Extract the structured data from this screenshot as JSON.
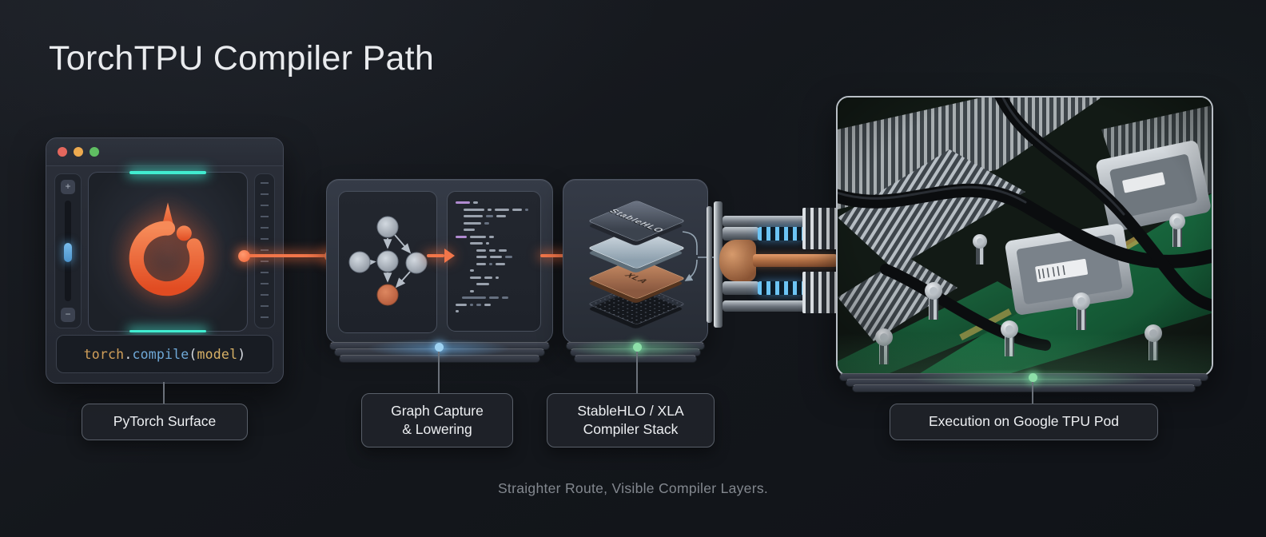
{
  "title": "TorchTPU Compiler Path",
  "caption": "Straighter Route, Visible Compiler Layers.",
  "pytorch_window": {
    "traffic_lights": [
      "close",
      "minimize",
      "zoom"
    ],
    "slider": {
      "plus": "+",
      "minus": "−"
    },
    "code": {
      "object": "torch",
      "dot": ".",
      "method": "compile",
      "paren_open": "(",
      "argument": "model",
      "paren_close": ")"
    }
  },
  "graph_panel": {
    "code_lines": [
      {
        "x": 0,
        "s": [
          [
            18,
            "p"
          ],
          [
            6,
            "w"
          ]
        ]
      },
      {
        "x": 10,
        "s": [
          [
            26,
            "w"
          ],
          [
            5,
            "w"
          ],
          [
            18,
            "w"
          ],
          [
            12,
            "w"
          ],
          [
            4,
            "d"
          ]
        ]
      },
      {
        "x": 10,
        "s": [
          [
            24,
            "w"
          ],
          [
            9,
            "d"
          ],
          [
            12,
            "w"
          ]
        ]
      },
      {
        "x": 10,
        "s": [
          [
            22,
            "w"
          ],
          [
            6,
            "d"
          ]
        ]
      },
      {
        "x": 10,
        "s": [
          [
            14,
            "w"
          ]
        ]
      },
      {
        "x": 0,
        "s": [
          [
            14,
            "p"
          ],
          [
            20,
            "w"
          ],
          [
            6,
            "w"
          ]
        ]
      },
      {
        "x": 18,
        "s": [
          [
            16,
            "w"
          ],
          [
            4,
            "w"
          ]
        ]
      },
      {
        "x": 26,
        "s": [
          [
            12,
            "w"
          ],
          [
            8,
            "w"
          ],
          [
            10,
            "w"
          ]
        ]
      },
      {
        "x": 26,
        "s": [
          [
            13,
            "w"
          ],
          [
            15,
            "w"
          ],
          [
            9,
            "d"
          ]
        ]
      },
      {
        "x": 26,
        "s": [
          [
            12,
            "w"
          ],
          [
            4,
            "d"
          ],
          [
            12,
            "w"
          ]
        ]
      },
      {
        "x": 18,
        "s": [
          [
            5,
            "w"
          ]
        ]
      },
      {
        "x": 18,
        "s": [
          [
            14,
            "w"
          ],
          [
            10,
            "w"
          ],
          [
            4,
            "w"
          ]
        ]
      },
      {
        "x": 26,
        "s": [
          [
            16,
            "w"
          ]
        ]
      },
      {
        "x": 18,
        "s": [
          [
            5,
            "w"
          ]
        ]
      },
      {
        "x": 8,
        "s": [
          [
            30,
            "d"
          ],
          [
            12,
            "d"
          ],
          [
            8,
            "d"
          ]
        ]
      },
      {
        "x": 0,
        "s": [
          [
            14,
            "w"
          ],
          [
            4,
            "d"
          ],
          [
            6,
            "d"
          ],
          [
            8,
            "w"
          ]
        ]
      },
      {
        "x": 0,
        "s": [
          [
            4,
            "w"
          ]
        ]
      }
    ]
  },
  "chip_stack": {
    "top_chip_label": "StableHLO",
    "copper_chip_label": "XLA"
  },
  "stage_labels": {
    "stage1": "PyTorch Surface",
    "stage2_line1": "Graph Capture",
    "stage2_line2": "& Lowering",
    "stage3_line1": "StableHLO / XLA",
    "stage3_line2": "Compiler Stack",
    "stage4": "Execution on Google TPU Pod"
  },
  "colors": {
    "background": "#14171c",
    "accent_orange": "#f2764a",
    "pytorch_orange": "#ee5f2f",
    "teal_glow": "#41ecd0",
    "blue_connector_dot": "#8ecdf0",
    "green_connector_dot": "#7fd8a0",
    "copper": "#b87a56",
    "traffic_red": "#e4675d",
    "traffic_yellow": "#edaa4f",
    "traffic_green": "#5fbe62",
    "code_object": "#d2a05a",
    "code_method": "#6fa9d8",
    "code_argument": "#d8b166",
    "code_punctuation": "#d8dce2"
  }
}
